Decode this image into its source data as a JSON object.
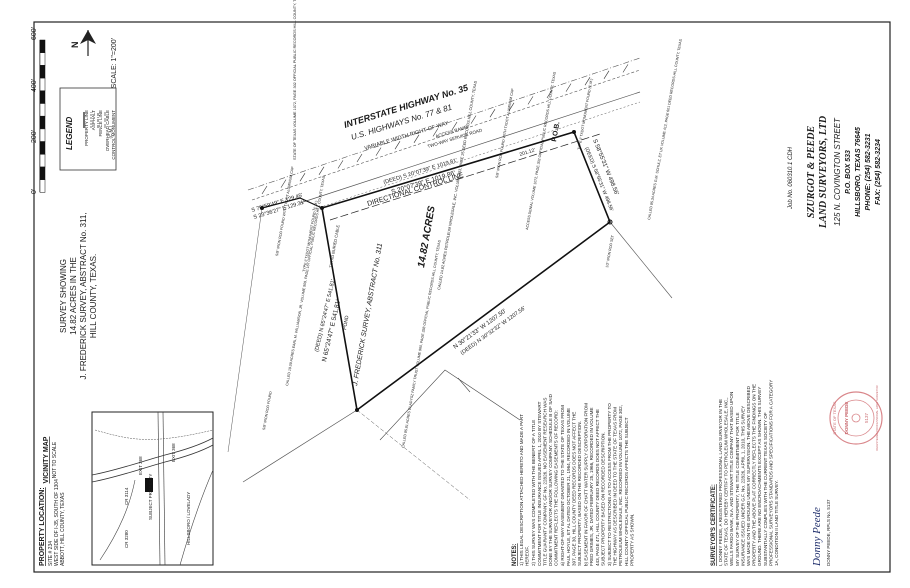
{
  "scale": {
    "label": "SCALE: 1\"=200'",
    "ticks": [
      "0'",
      "200'",
      "400'",
      "600'"
    ]
  },
  "legend": {
    "title": "LEGEND",
    "items": [
      "PROPERTY LINE",
      "ASPHALT",
      "FENCE LINE",
      "OVERHEAD CABLE",
      "CONTROL MONUMENT"
    ],
    "symbol": "(C.M.)"
  },
  "title_block": {
    "line1": "SURVEY SHOWING",
    "line2": "14.82 ACRES IN THE",
    "line3": "J. FREDERICK SURVEY, ABSTRACT No. 311,",
    "line4": "HILL COUNTY, TEXAS."
  },
  "vicinity": {
    "title": "VICINITY MAP",
    "sub": "NOT TO SCALE",
    "labels": [
      "CR 3114",
      "EXIT 368",
      "EXIT 368",
      "SUBJECT PROPERTY",
      "CR 3280",
      "HILLSBORO / LOVELADY"
    ]
  },
  "property_location": {
    "title": "PROPERTY LOCATION:",
    "lines": [
      "SITE # 234",
      "WEST SIDE OF I-35, SOUTH OF 1304",
      "ABBOTT, HILL COUNTY, TEXAS"
    ]
  },
  "highway": {
    "line1": "INTERSTATE HIGHWAY No. 35",
    "line2": "U.S. HIGHWAYS No. 77 & 81",
    "line3": "VARIABLE WIDTH RIGHT-OF-WAY",
    "service": "TWO-WAY SERVICE ROAD",
    "ramp": "ACCESS RAMP",
    "state": "STATE OF TEXAS VOLUME 1072, PAGE 302 OFFICIAL PUBLIC RECORDS HILL COUNTY, TEXAS",
    "dcl": "DIRECTIONAL CONTROL LINE"
  },
  "bearings": {
    "top_deed": "(DEED) S 20°07'39\" E 1019.81'",
    "top": "S 20°07'39\" E 1019.86'",
    "right": "S 58°55'31\" W 498.56'",
    "right_deed": "(DEED) S 58°55'31\" W 498.56'",
    "bottom": "N 30°21'33\" W 1207.50'",
    "bottom_deed": "(DEED) N 30°32'32\" W 1207.56'",
    "left": "N 65°24'47\" E 541.81'",
    "left_deed": "(DEED) N 65°24'47\" E 541.81'",
    "corner1": "S 75°59'49\" E 129.45'",
    "corner2": "S 23°36'27\" E 129.31'",
    "distance": "201.12'"
  },
  "parcel": {
    "acres": "14.82 ACRES",
    "caption": "CALLED 14.82 ACRES PETROLEUM WHOLESALE, INC. VOLUME 193, PAGE 25 DEED RECORDS HILL COUNTY, TEXAS",
    "survey": "J. FREDERICK SURVEY, ABSTRACT No. 311",
    "pond": "POND",
    "cable": "TXTXD BURIED CABLE",
    "pob": "P.O.B."
  },
  "adjoiners": {
    "left": "CALLED 19.09 ACRES EARL M. WILLIAMSON, JR. VOLUME 909, PAGE 167 OFFICIAL PUBLIC RECORDS HILL COUNTY, TEXAS",
    "bottom": "CALLED 85.81 ACRES GLADYSZ FAMILY TRUST VOLUME 960, PAGE 338 OFFICIAL PUBLIC RECORDS HILL COUNTY, TEXAS",
    "right": "CALLED 85.34 ACRES G.M. SCHULZ, ET UX VOLUME 412, PAGE 601 DEED RECORDS HILL COUNTY, TEXAS",
    "access": "ACCESS DENIAL VOLUME 1072, PAGE 302 OFFICIAL PUBLIC RECORDS HILL COUNTY, TEXAS"
  },
  "monuments": {
    "m1": "5/8\" IRON ROD FOUND WITH TXDOT ALUMINUM CAP",
    "m2": "TYPE II TXDOT MONUMENT FOUND (C.M.)",
    "m3": "5/8\" IRON ROD FOUND WITH TXDOT ALUMINUM CAP",
    "m4": "TYPE II TXDOT MONUMENT FOUND (C.M.)",
    "m5": "1/2\" IRON ROD SET",
    "m6": "5/8\" IRON ROD FOUND"
  },
  "company": {
    "name1": "SZURGOT & PEEDE",
    "name2": "LAND SURVEYORS, LTD",
    "address": "125 N. COVINGTON STREET",
    "box": "P.O. BOX 533",
    "city": "HILLSBORO, TEXAS 76645",
    "phone": "PHONE: (254) 582-3231",
    "fax": "FAX: (254) 582-3234",
    "job": "Job No. 060310.1 CDH"
  },
  "notes": {
    "title": "NOTES:",
    "items": [
      "1) THIS LEGAL DESCRIPTION ATTACHED HERETO AND MADE A PART HEREOF.",
      "2) THIS SURVEY WAS COMPLETED WITH THE BENEFIT OF A TITLE COMMITMENT FOR TITLE INSURANCE ISSUED APRIL 1, 2010 BY STEWART TITLE GUARANTY COMPANY, GF No. 22826. NO EASEMENT RESEARCH WAS DONE BY THE SURVEYOR AND/OR SURVEY COMPANY. SCHEDULE B OF SAID COMMITMENT REFLECTS THE FOLLOWING EASEMENTS OF RECORD:",
      "a) RIGHT-OF-WAY EASEMENT GRANTED TO THE STATE OF TEXAS FROM PAUL HOYLE, ET AL DATED OCTOBER 21, 1964, RECORDED IN VOLUME 397, PAGE 30, HILL COUNTY DEED RECORDS DOES NOT AFFECT THE SUBJECT PROPERTY, BASED ON THE RECORDED DESCRIPTION.",
      "b) EASEMENT IN FAVOR OF CHATT WATER SUPPLY CORPORATION FROM FRED GRIMES, JR. DATED FEBRUARY 25, 1966, RECORDED IN VOLUME 443, PAGE 471, HILL COUNTY DEED RECORDS DOES NOT AFFECT THE SUBJECT PROPERTY BASED ON RECORDED DESCRIPTION.",
      "3) SUBJECT TO RESTRICTIONS AS TO ACCESS FROM THE PROPERTY TO THE HIGHWAY AS DESCRIBED IN DEED TO THE STATE OF TEXAS FROM PETROLEUM WHOLESALE, INC. RECORDED IN VOLUME 1072, PAGE 302, HILL COUNTY OFFICIAL PUBLIC RECORDS AFFECTS THE SUBJECT PROPERTY AS SHOWN."
    ]
  },
  "certificate": {
    "title": "SURVEYOR'S CERTIFICATE:",
    "text": "I, DONNY PEEDE, A REGISTERED PROFESSIONAL LAND SURVEYOR IN THE STATE OF TEXAS, DO HEREBY CERTIFY TO PETROLEUM WHOLESALE, INC., WELLS FARGO BANK, N.A. AND STEWART TITLE COMPANY THAT BASED UPON MY SURVEY OF THE PROPERTY, THE TITLE COMMITMENT FOR TITLE INSURANCE ISSUED UNDER G.F. No. 22826, APRIL 1, 2010, THIS SURVEY WAS MADE ON THE GROUND UNDER MY SUPERVISION. THE ABOVE DESCRIBED PROPERTY AND THE ABOVE PLAT CORRECTLY REFLECTS THE FINDINGS ON THE GROUND. THERE ARE NO ENCROACHMENTS EXCEPT AS SHOWN. THIS SURVEY SUBSTANTIALLY COMPLIES WITH THE CURRENT TEXAS SOCIETY OF PROFESSIONAL SURVEYORS STANDARDS AND SPECIFICATIONS FOR A CATEGORY 1A, CONDITION II LAND TITLE SURVEY.",
    "signature": "Donny Peede",
    "signer": "DONNY PEEDE, RPLS No. 5137"
  },
  "seal": {
    "line1": "STATE OF TEXAS",
    "line2": "DONNY PEEDE",
    "line3": "5137",
    "line4": "REGISTERED PROFESSIONAL LAND SURVEYOR"
  }
}
